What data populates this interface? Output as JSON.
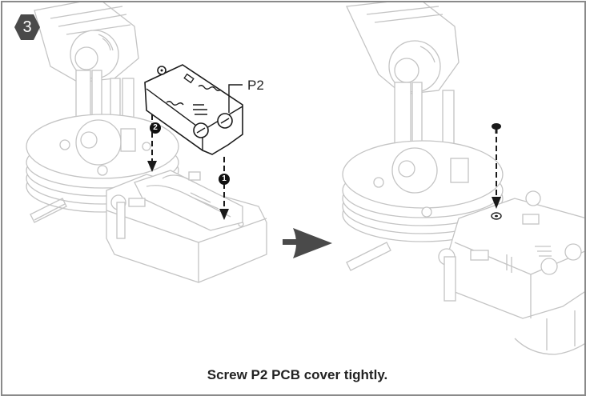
{
  "step": {
    "number": "3",
    "icon": "hexagon-step-badge"
  },
  "callout": {
    "label": "P2"
  },
  "markers": [
    {
      "number": "1",
      "meaning": "first placement arrow"
    },
    {
      "number": "2",
      "meaning": "second placement arrow"
    }
  ],
  "transition": {
    "icon": "right-arrow-icon"
  },
  "screw": {
    "icon": "screw-icon"
  },
  "caption": "Screw P2 PCB cover tightly.",
  "colors": {
    "badge": "#4a4a4a",
    "arrow": "#4a4a4a",
    "lineart": "#c4c4c4",
    "ink": "#1a1a1a",
    "border": "#8a8a8a"
  }
}
